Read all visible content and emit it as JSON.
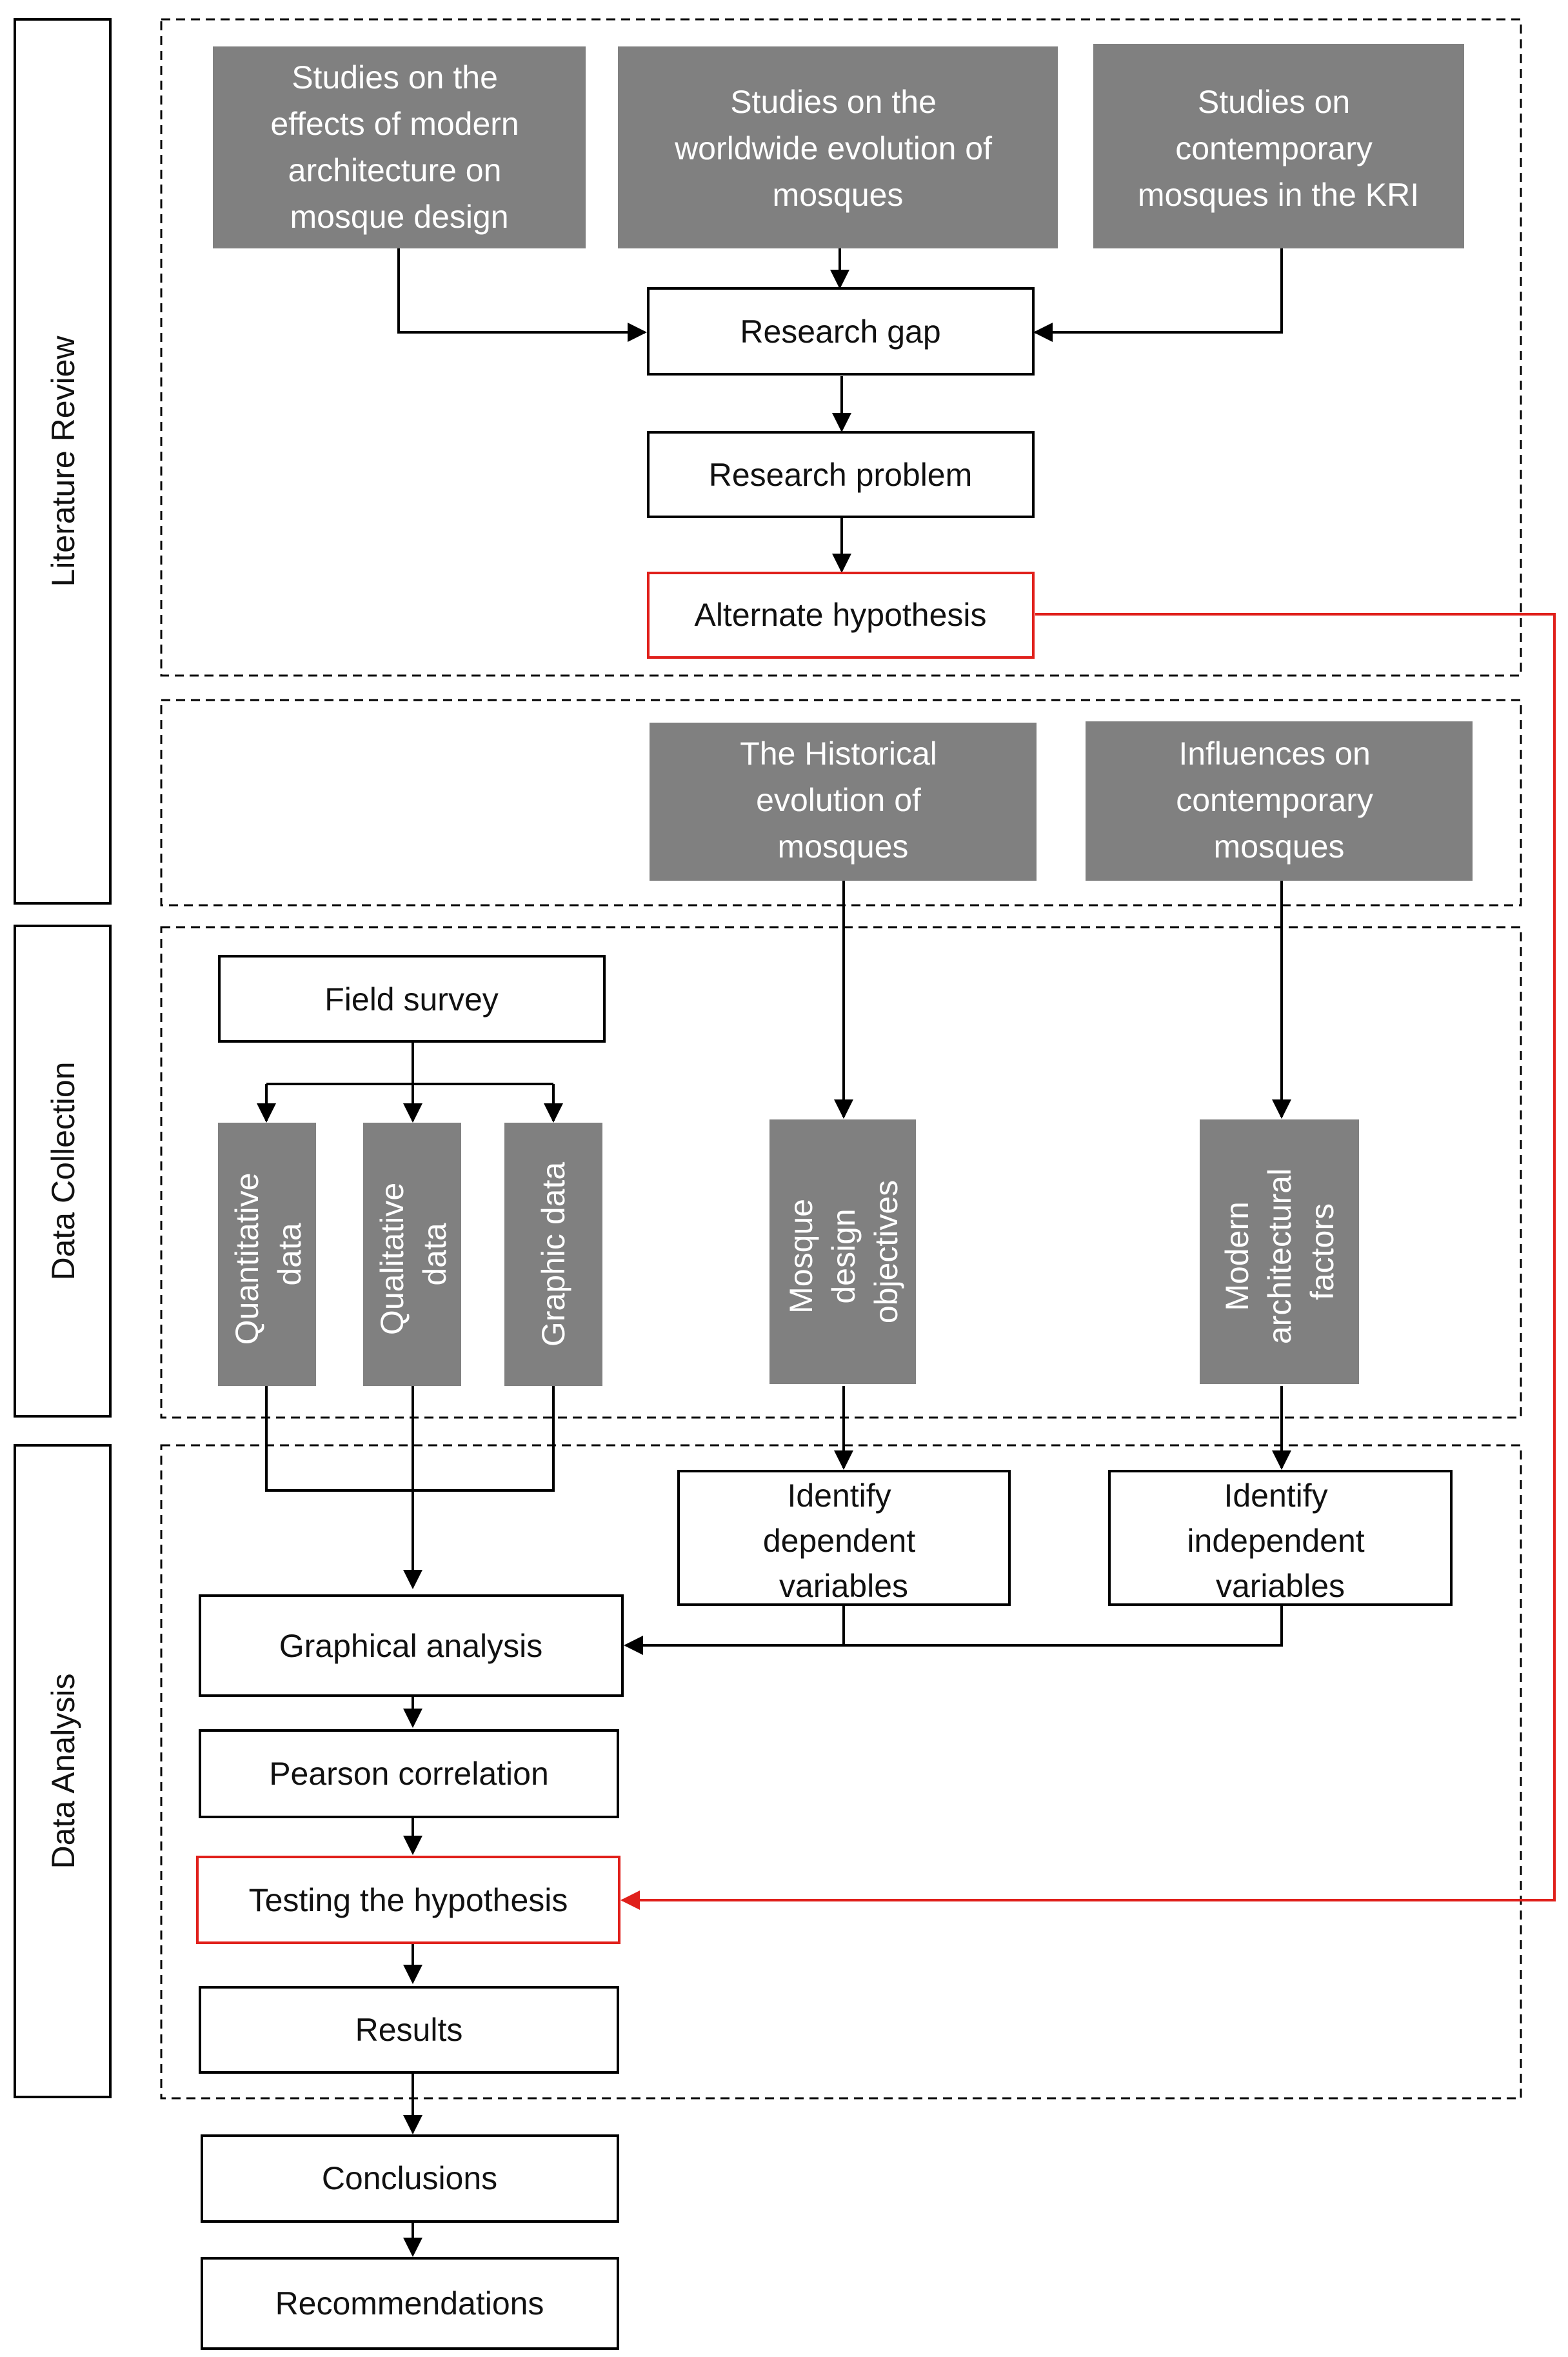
{
  "side_labels": {
    "literature_review": "Literature Review",
    "data_collection": "Data Collection",
    "data_analysis": "Data Analysis"
  },
  "literature": {
    "studies_modern": [
      "Studies on the",
      "effects of modern",
      "architecture on",
      "mosque design"
    ],
    "studies_worldwide": [
      "Studies on the",
      "worldwide evolution of",
      "mosques"
    ],
    "studies_kri": [
      "Studies on",
      "contemporary",
      "mosques in the KRI"
    ],
    "research_gap": "Research gap",
    "research_problem": "Research problem",
    "alternate_hypothesis": "Alternate hypothesis"
  },
  "sources": {
    "historical_evolution": [
      "The Historical",
      "evolution of",
      "mosques"
    ],
    "influences": [
      "Influences on",
      "contemporary",
      "mosques"
    ]
  },
  "collection": {
    "field_survey": "Field survey",
    "quantitative": [
      "Quantitative",
      "data"
    ],
    "qualitative": [
      "Qualitative",
      "data"
    ],
    "graphic": [
      "Graphic data"
    ],
    "design_objectives": [
      "Mosque",
      "design",
      "objectives"
    ],
    "architectural_factors": [
      "Modern",
      "architectural",
      "factors"
    ]
  },
  "analysis": {
    "dependent": [
      "Identify",
      "dependent",
      "variables"
    ],
    "independent": [
      "Identify",
      "independent",
      "variables"
    ],
    "graphical": "Graphical analysis",
    "pearson": "Pearson correlation",
    "testing": "Testing the hypothesis",
    "results": "Results"
  },
  "outcomes": {
    "conclusions": "Conclusions",
    "recommendations": "Recommendations"
  },
  "colors": {
    "grey_box": "#808080",
    "line": "#000000",
    "hypothesis_red": "#e0201b",
    "frame_dash": "#000000"
  }
}
